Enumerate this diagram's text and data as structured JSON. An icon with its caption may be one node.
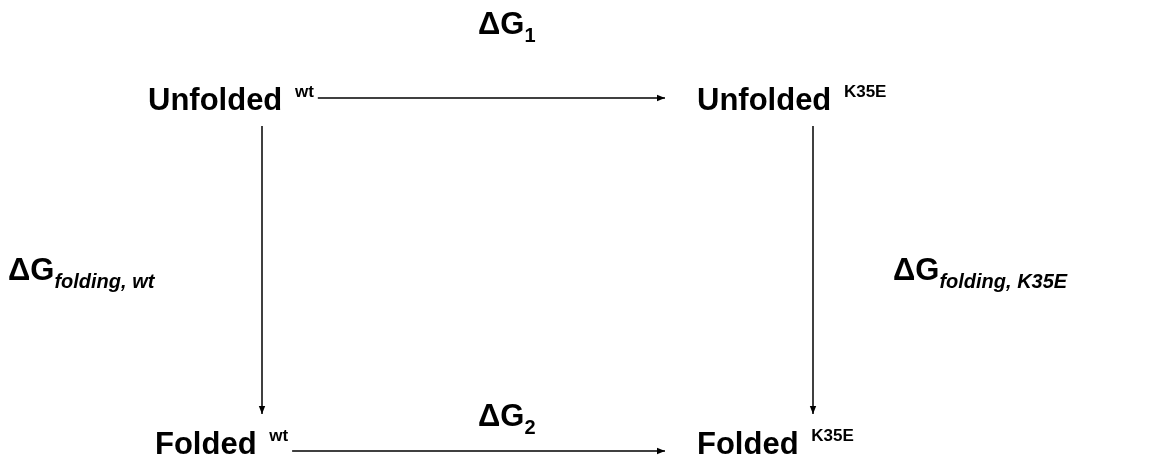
{
  "diagram": {
    "nodes": [
      {
        "text": [
          "Unfolded $^{wt}$"
        ]
      },
      {
        "text": [
          "Unfolded $^{K35E}$"
        ]
      },
      {
        "text": [
          "Folded $^{wt}$"
        ]
      },
      {
        "text": [
          "Folded $^{K35E}$"
        ]
      }
    ],
    "edges": [
      {
        "from": 0,
        "to": 1,
        "arrow": "to",
        "label": "ΔG$_{1}$"
      },
      {
        "from": 0,
        "to": 2,
        "arrow": "to",
        "label": "ΔG$_{folding, wt}$"
      },
      {
        "from": 1,
        "to": 3,
        "arrow": "to",
        "label": "ΔG$_{folding, K35E}$"
      },
      {
        "from": 2,
        "to": 3,
        "arrow": "to",
        "label": "ΔG$_{2}$"
      }
    ]
  }
}
